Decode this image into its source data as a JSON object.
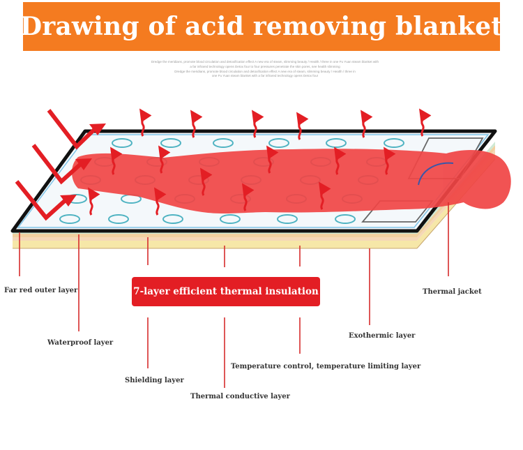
{
  "title": "Drawing of acid removing blanket",
  "fine_print": [
    "Dredge the meridians, promote blood circulation and detoxification effect A new era of steam, slimming beauty / Health / three in one Fu Yuan steam blanket with",
    "a far infrared technology opens Detox four to four pressures penetrate the skin pores, see health slimming",
    "Dredge the meridians, promote blood circulation and detoxification effect A new era of steam, slimming beauty / Health / three in",
    "one Fu Yuan steam blanket with a far infrared technology opens Detox four"
  ],
  "center_label": "7-layer efficient thermal insulation",
  "layers": {
    "far_red_outer": "Far red outer layer",
    "waterproof": "Waterproof layer",
    "shielding": "Shielding layer",
    "thermal_conductive": "Thermal conductive layer",
    "temperature_control": "Temperature control, temperature limiting layer",
    "exothermic": "Exothermic layer",
    "thermal_jacket": "Thermal jacket"
  },
  "colors": {
    "banner": "#f47b20",
    "accent_red": "#e31e24",
    "body_silhouette": "#f04545",
    "steam_arrow": "#e31e24",
    "pad_surface": "#f4f8fb",
    "pad_border": "#111111",
    "coil": "#4fb3c2"
  }
}
